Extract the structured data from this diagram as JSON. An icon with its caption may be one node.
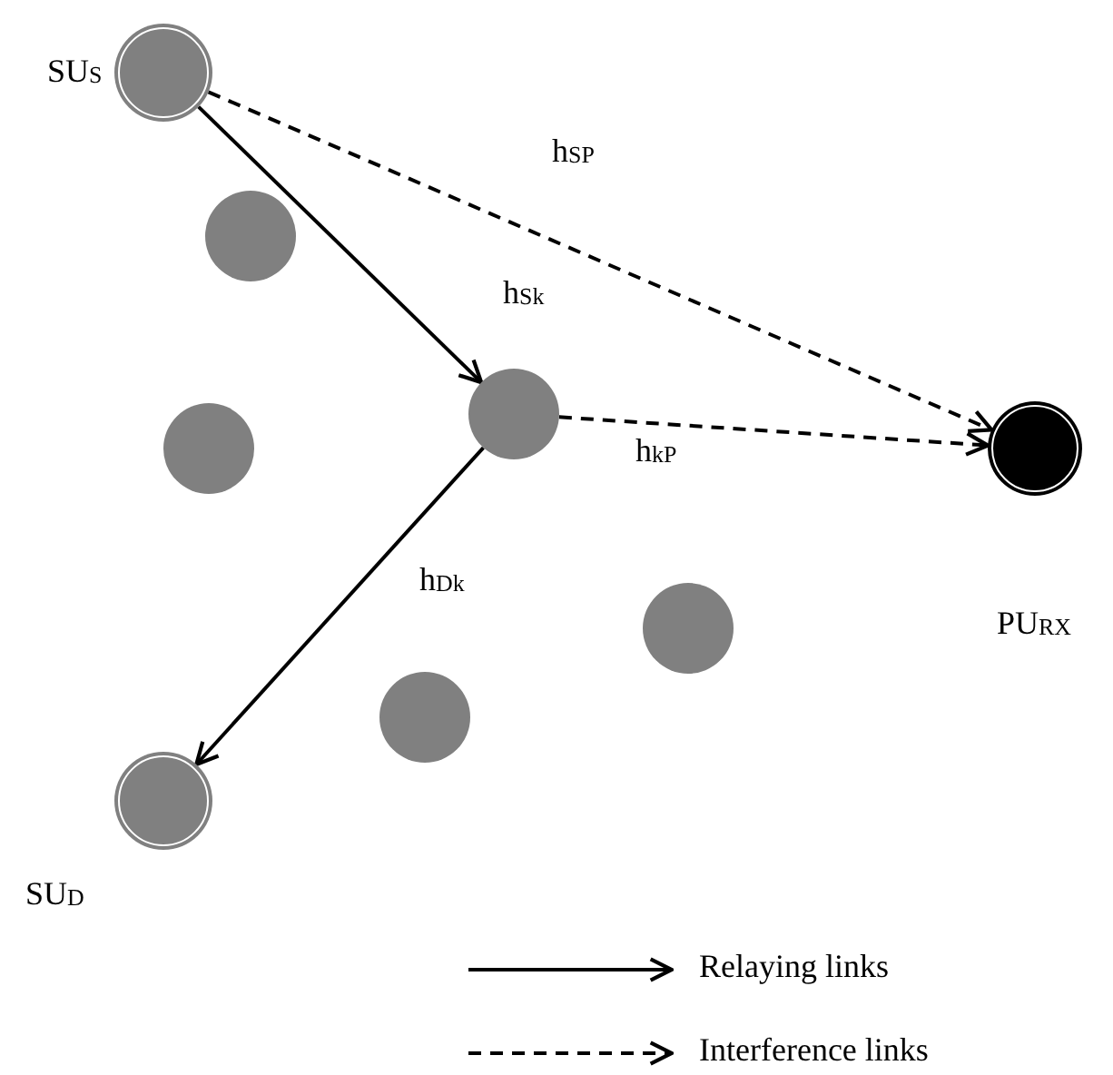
{
  "diagram": {
    "nodes": [
      {
        "text": [
          "SU$_{S}$"
        ]
      },
      {
        "text": [],
        "shape": "circle"
      },
      {
        "text": [],
        "shape": "circle"
      },
      {
        "text": [],
        "shape": "circle"
      },
      {
        "text": [
          "PU$_{RX}$"
        ]
      },
      {
        "text": [],
        "shape": "circle"
      },
      {
        "text": [],
        "shape": "circle"
      },
      {
        "text": [
          "SU$_{D}$"
        ]
      }
    ],
    "edges": [
      {
        "from": 0,
        "to": 4,
        "arrow": "to",
        "label": "h$_{SP}$",
        "style": "dashed"
      },
      {
        "from": 0,
        "to": 2,
        "arrow": "to",
        "label": "h$_{Sk}$"
      },
      {
        "from": 2,
        "to": 4,
        "arrow": "to",
        "label": "h$_{kP}$",
        "style": "dashed"
      },
      {
        "from": 2,
        "to": 7,
        "arrow": "to",
        "label": "h$_{Dk}$"
      }
    ],
    "legend": [
      {
        "text": "Relaying links"
      },
      {
        "text": "Interference links"
      }
    ]
  }
}
